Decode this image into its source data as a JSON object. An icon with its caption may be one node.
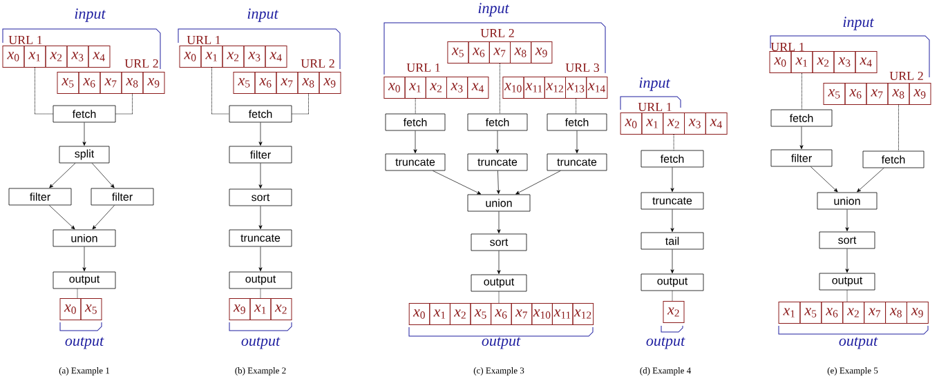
{
  "diagram": {
    "nodes": [
      {
        "text": [
          "*x*$_{0}$"
        ]
      },
      {
        "text": [
          "*x*$_{1}$"
        ]
      },
      {
        "text": [
          "*x*$_{2}$"
        ]
      },
      {
        "text": [
          "*x*$_{3}$"
        ]
      },
      {
        "text": [
          "*x*$_{4}$"
        ]
      },
      {
        "text": [
          "*x*$_{5}$"
        ]
      },
      {
        "text": [
          "*x*$_{6}$"
        ]
      },
      {
        "text": [
          "*x*$_{7}$"
        ]
      },
      {
        "text": [
          "*x*$_{8}$"
        ]
      },
      {
        "text": [
          "*x*$_{9}$"
        ]
      },
      {
        "text": [
          "fetch"
        ]
      },
      {
        "text": [
          "split"
        ]
      },
      {
        "text": [
          "filter"
        ]
      },
      {
        "text": [
          "filter"
        ]
      },
      {
        "text": [
          "union"
        ]
      },
      {
        "text": [
          "output"
        ]
      },
      {
        "text": [
          "*x*$_{0}$"
        ]
      },
      {
        "text": [
          "*x*$_{5}$"
        ]
      },
      {
        "text": [
          "*x*$_{0}$"
        ]
      },
      {
        "text": [
          "*x*$_{1}$"
        ]
      },
      {
        "text": [
          "*x*$_{2}$"
        ]
      },
      {
        "text": [
          "*x*$_{3}$"
        ]
      },
      {
        "text": [
          "*x*$_{4}$"
        ]
      },
      {
        "text": [
          "*x*$_{5}$"
        ]
      },
      {
        "text": [
          "*x*$_{6}$"
        ]
      },
      {
        "text": [
          "*x*$_{7}$"
        ]
      },
      {
        "text": [
          "*x*$_{8}$"
        ]
      },
      {
        "text": [
          "*x*$_{9}$"
        ]
      },
      {
        "text": [
          "fetch"
        ]
      },
      {
        "text": [
          "filter"
        ]
      },
      {
        "text": [
          "sort"
        ]
      },
      {
        "text": [
          "truncate"
        ]
      },
      {
        "text": [
          "output"
        ]
      },
      {
        "text": [
          "*x*$_{9}$"
        ]
      },
      {
        "text": [
          "*x*$_{1}$"
        ]
      },
      {
        "text": [
          "*x*$_{2}$"
        ]
      },
      {
        "text": [
          "*x*$_{5}$"
        ]
      },
      {
        "text": [
          "*x*$_{6}$"
        ]
      },
      {
        "text": [
          "*x*$_{7}$"
        ]
      },
      {
        "text": [
          "*x*$_{8}$"
        ]
      },
      {
        "text": [
          "*x*$_{9}$"
        ]
      },
      {
        "text": [
          "*x*$_{0}$"
        ]
      },
      {
        "text": [
          "*x*$_{1}$"
        ]
      },
      {
        "text": [
          "*x*$_{2}$"
        ]
      },
      {
        "text": [
          "*x*$_{3}$"
        ]
      },
      {
        "text": [
          "*x*$_{4}$"
        ]
      },
      {
        "text": [
          "*x*$_{10}$"
        ]
      },
      {
        "text": [
          "*x*$_{11}$"
        ]
      },
      {
        "text": [
          "*x*$_{12}$"
        ]
      },
      {
        "text": [
          "*x*$_{13}$"
        ]
      },
      {
        "text": [
          "*x*$_{14}$"
        ]
      },
      {
        "text": [
          "fetch"
        ]
      },
      {
        "text": [
          "fetch"
        ]
      },
      {
        "text": [
          "fetch"
        ]
      },
      {
        "text": [
          "truncate"
        ]
      },
      {
        "text": [
          "truncate"
        ]
      },
      {
        "text": [
          "truncate"
        ]
      },
      {
        "text": [
          "union"
        ]
      },
      {
        "text": [
          "sort"
        ]
      },
      {
        "text": [
          "output"
        ]
      },
      {
        "text": [
          "*x*$_{0}$"
        ]
      },
      {
        "text": [
          "*x*$_{1}$"
        ]
      },
      {
        "text": [
          "*x*$_{2}$"
        ]
      },
      {
        "text": [
          "*x*$_{5}$"
        ]
      },
      {
        "text": [
          "*x*$_{6}$"
        ]
      },
      {
        "text": [
          "*x*$_{7}$"
        ]
      },
      {
        "text": [
          "*x*$_{10}$"
        ]
      },
      {
        "text": [
          "*x*$_{11}$"
        ]
      },
      {
        "text": [
          "*x*$_{12}$"
        ]
      },
      {
        "text": [
          "*x*$_{0}$"
        ]
      },
      {
        "text": [
          "*x*$_{1}$"
        ]
      },
      {
        "text": [
          "*x*$_{2}$"
        ]
      },
      {
        "text": [
          "*x*$_{3}$"
        ]
      },
      {
        "text": [
          "*x*$_{4}$"
        ]
      },
      {
        "text": [
          "fetch"
        ]
      },
      {
        "text": [
          "truncate"
        ]
      },
      {
        "text": [
          "tail"
        ]
      },
      {
        "text": [
          "output"
        ]
      },
      {
        "text": [
          "*x*$_{2}$"
        ]
      },
      {
        "text": [
          "*x*$_{0}$"
        ]
      },
      {
        "text": [
          "*x*$_{1}$"
        ]
      },
      {
        "text": [
          "*x*$_{2}$"
        ]
      },
      {
        "text": [
          "*x*$_{3}$"
        ]
      },
      {
        "text": [
          "*x*$_{4}$"
        ]
      },
      {
        "text": [
          "*x*$_{5}$"
        ]
      },
      {
        "text": [
          "*x*$_{6}$"
        ]
      },
      {
        "text": [
          "*x*$_{7}$"
        ]
      },
      {
        "text": [
          "*x*$_{8}$"
        ]
      },
      {
        "text": [
          "*x*$_{9}$"
        ]
      },
      {
        "text": [
          "fetch"
        ]
      },
      {
        "text": [
          "filter"
        ]
      },
      {
        "text": [
          "fetch"
        ]
      },
      {
        "text": [
          "union"
        ]
      },
      {
        "text": [
          "sort"
        ]
      },
      {
        "text": [
          "output"
        ]
      },
      {
        "text": [
          "*x*$_{1}$"
        ]
      },
      {
        "text": [
          "*x*$_{5}$"
        ]
      },
      {
        "text": [
          "*x*$_{6}$"
        ]
      },
      {
        "text": [
          "*x*$_{2}$"
        ]
      },
      {
        "text": [
          "*x*$_{7}$"
        ]
      },
      {
        "text": [
          "*x*$_{8}$"
        ]
      },
      {
        "text": [
          "*x*$_{9}$"
        ]
      }
    ],
    "edges": [
      {
        "from": 1,
        "to": 10,
        "arrow": "none",
        "style": "dashed"
      },
      {
        "from": 8,
        "to": 10,
        "arrow": "none",
        "style": "dashed"
      },
      {
        "from": 10,
        "to": 11,
        "arrow": "to"
      },
      {
        "from": 11,
        "to": 12,
        "arrow": "to"
      },
      {
        "from": 11,
        "to": 13,
        "arrow": "to"
      },
      {
        "from": 12,
        "to": 14,
        "arrow": "to"
      },
      {
        "from": 13,
        "to": 14,
        "arrow": "to"
      },
      {
        "from": 14,
        "to": 15,
        "arrow": "to"
      },
      {
        "from": 15,
        "to": 16,
        "arrow": "none",
        "style": "dashed"
      },
      {
        "from": 19,
        "to": 28,
        "arrow": "none",
        "style": "dashed"
      },
      {
        "from": 26,
        "to": 28,
        "arrow": "none",
        "style": "dashed"
      },
      {
        "from": 28,
        "to": 29,
        "arrow": "to"
      },
      {
        "from": 29,
        "to": 30,
        "arrow": "to"
      },
      {
        "from": 30,
        "to": 31,
        "arrow": "to"
      },
      {
        "from": 31,
        "to": 32,
        "arrow": "to"
      },
      {
        "from": 32,
        "to": 34,
        "arrow": "none",
        "style": "dashed"
      },
      {
        "from": 42,
        "to": 51,
        "arrow": "none",
        "style": "dashed"
      },
      {
        "from": 38,
        "to": 52,
        "arrow": "none",
        "style": "dashed"
      },
      {
        "from": 49,
        "to": 53,
        "arrow": "none",
        "style": "dashed"
      },
      {
        "from": 51,
        "to": 54,
        "arrow": "to"
      },
      {
        "from": 52,
        "to": 55,
        "arrow": "to"
      },
      {
        "from": 53,
        "to": 56,
        "arrow": "to"
      },
      {
        "from": 54,
        "to": 57,
        "arrow": "to"
      },
      {
        "from": 55,
        "to": 57,
        "arrow": "to"
      },
      {
        "from": 56,
        "to": 57,
        "arrow": "to"
      },
      {
        "from": 57,
        "to": 58,
        "arrow": "to"
      },
      {
        "from": 58,
        "to": 59,
        "arrow": "to"
      },
      {
        "from": 59,
        "to": 64,
        "arrow": "none",
        "style": "dashed"
      },
      {
        "from": 71,
        "to": 74,
        "arrow": "none",
        "style": "dashed"
      },
      {
        "from": 74,
        "to": 75,
        "arrow": "to"
      },
      {
        "from": 75,
        "to": 76,
        "arrow": "to"
      },
      {
        "from": 76,
        "to": 77,
        "arrow": "to"
      },
      {
        "from": 77,
        "to": 78,
        "arrow": "none",
        "style": "dashed"
      },
      {
        "from": 80,
        "to": 89,
        "arrow": "none",
        "style": "dashed"
      },
      {
        "from": 87,
        "to": 91,
        "arrow": "none",
        "style": "dashed"
      },
      {
        "from": 89,
        "to": 90,
        "arrow": "to"
      },
      {
        "from": 90,
        "to": 92,
        "arrow": "to"
      },
      {
        "from": 91,
        "to": 92,
        "arrow": "to"
      },
      {
        "from": 92,
        "to": 93,
        "arrow": "to"
      },
      {
        "from": 93,
        "to": 94,
        "arrow": "to"
      },
      {
        "from": 94,
        "to": 98,
        "arrow": "none",
        "style": "dashed"
      }
    ],
    "labels": [
      "input",
      "URL 1",
      "URL 2",
      "output",
      "(a) Example 1",
      "input",
      "URL 1",
      "URL 2",
      "output",
      "(b) Example 2",
      "input",
      "URL 2",
      "URL 1",
      "URL 3",
      "output",
      "(c) Example 3",
      "input",
      "URL 1",
      "output",
      "(d) Example 4",
      "input",
      "URL 1",
      "URL 2",
      "output",
      "(e) Example 5"
    ]
  }
}
